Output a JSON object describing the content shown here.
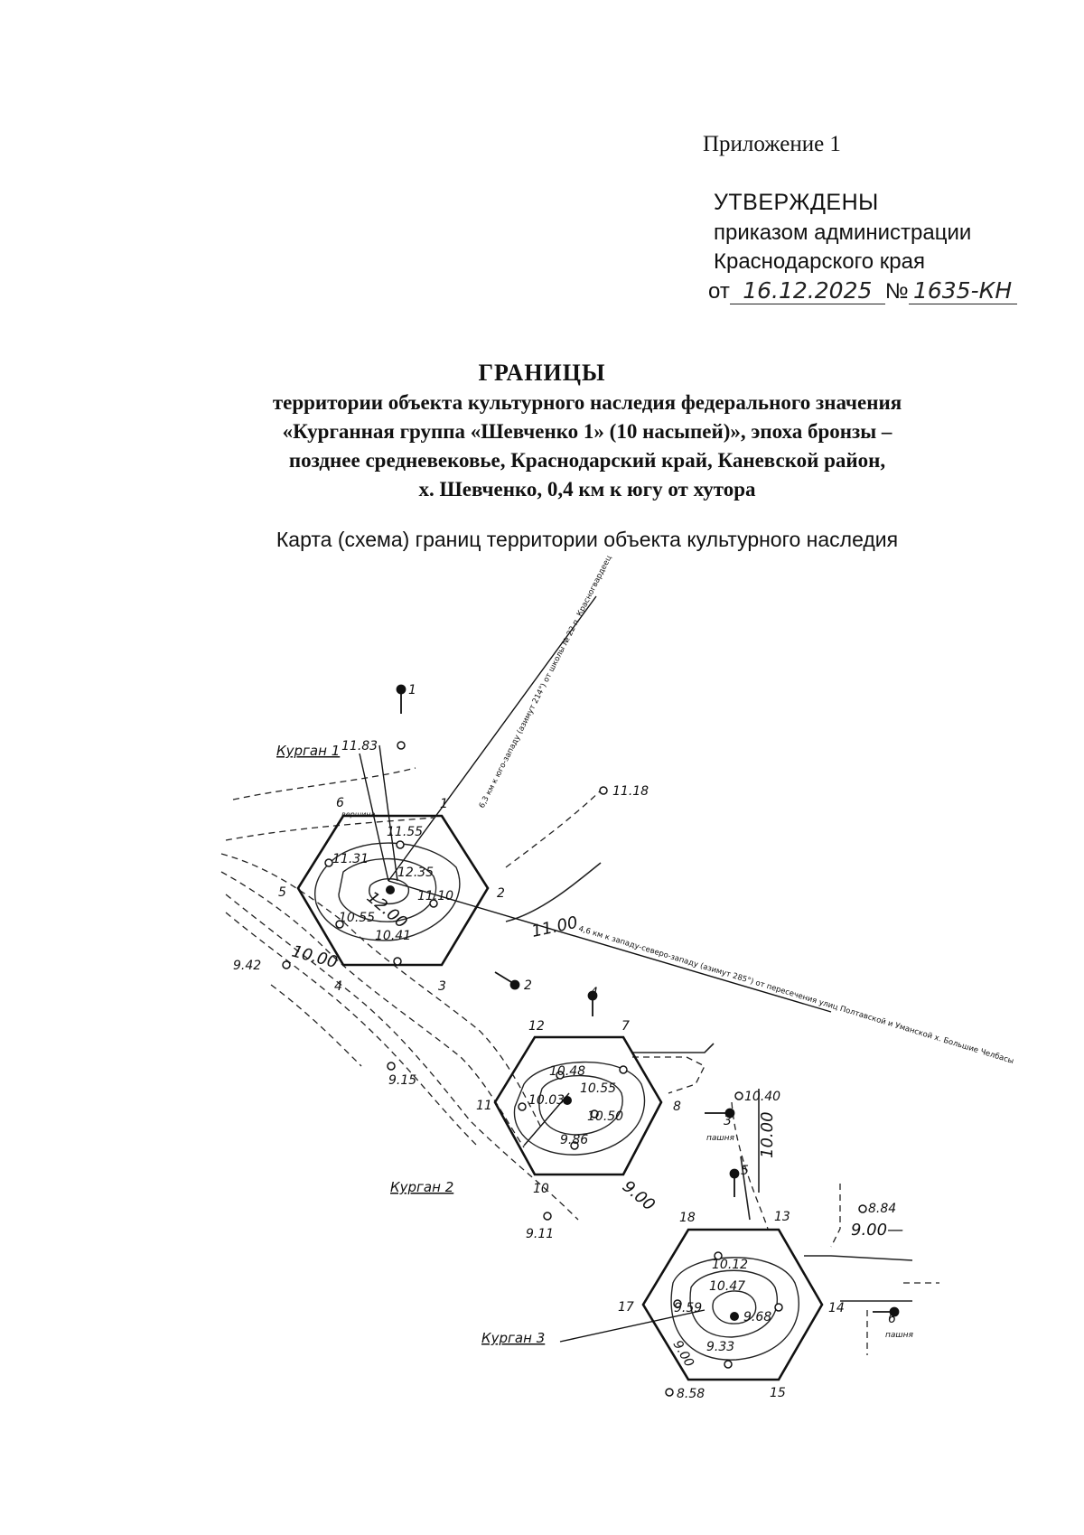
{
  "header": {
    "appendix": "Приложение 1",
    "approved": "УТВЕРЖДЕНЫ",
    "order_line1": "приказом администрации",
    "order_line2": "Краснодарского края",
    "date_prefix": "от",
    "date_value": "16.12.2025",
    "number_prefix": "№",
    "number_value": "1635-КН"
  },
  "title": {
    "heading": "ГРАНИЦЫ",
    "line1": "территории объекта культурного наследия федерального значения",
    "line2": "«Курганная группа «Шевченко 1» (10 насыпей)», эпоха бронзы –",
    "line3": "позднее средневековье, Краснодарский край, Каневской район,",
    "line4": "х. Шевченко, 0,4 км к югу от хутора"
  },
  "map": {
    "caption": "Карта (схема) границ территории объекта культурного наследия",
    "kurgans": [
      "Курган 1",
      "Курган 2",
      "Курган 3"
    ],
    "road_note_1": "6,3 км к юго-западу (азимут 214°) от школы № 22 п. Красногвардеец",
    "road_note_2": "4,6 км к западу-северо-западу (азимут 285°) от пересечения улиц Полтавской и Уманской х. Большие Челбасы",
    "vertex_numbers": [
      "1",
      "2",
      "3",
      "4",
      "5",
      "6",
      "7",
      "8",
      "10",
      "11",
      "12",
      "13",
      "14",
      "15",
      "17",
      "18"
    ],
    "benchmarks": [
      "1",
      "2",
      "3",
      "4",
      "5",
      "6"
    ],
    "elevations_k1": [
      "11.55",
      "11.31",
      "12.35",
      "11.10",
      "10.55",
      "10.41",
      "12.00"
    ],
    "elevations_k2": [
      "10.48",
      "10.55",
      "10.03",
      "10.50",
      "9.86"
    ],
    "elevations_k3": [
      "10.12",
      "10.47",
      "9.59",
      "9.68",
      "9.33"
    ],
    "spot_heights": [
      "11.83",
      "11.18",
      "9.42",
      "9.15",
      "9.11",
      "10.40",
      "8.84",
      "9.00—",
      "8.58"
    ],
    "contours": [
      "11.00",
      "10.00",
      "9.00",
      "10.00",
      "9.00"
    ],
    "land_labels": [
      "пашня",
      "пашня"
    ],
    "small_label": "вершина"
  }
}
